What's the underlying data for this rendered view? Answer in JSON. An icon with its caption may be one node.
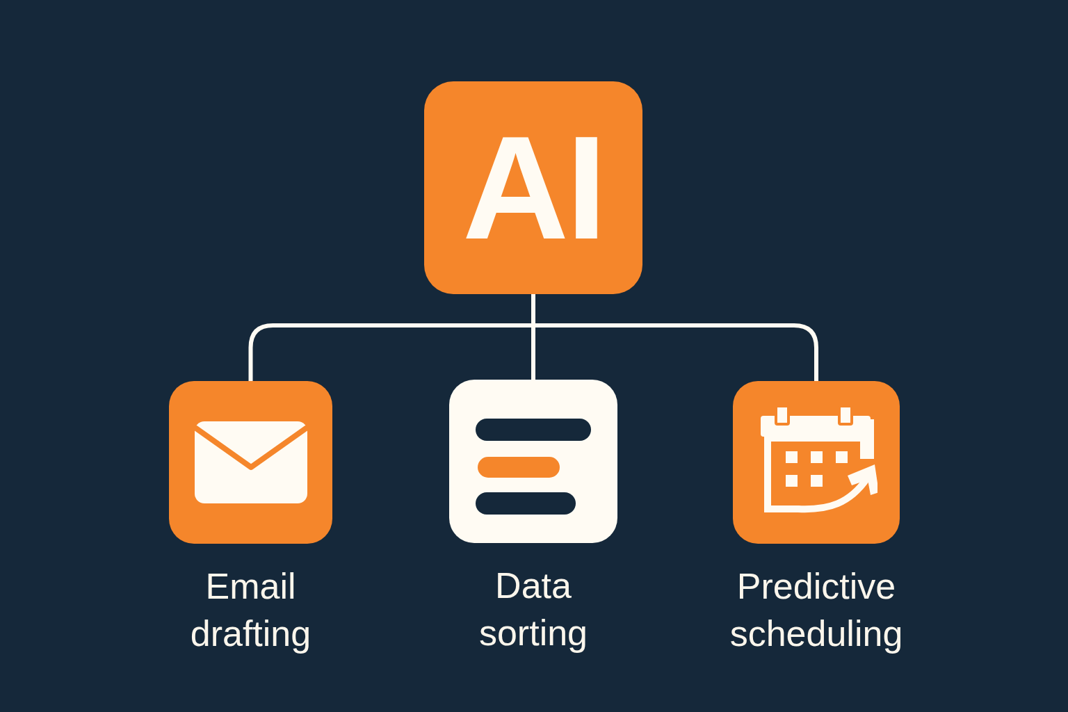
{
  "diagram": {
    "nodes": [
      {
        "text": [
          "AI"
        ]
      },
      {
        "text": [
          "Email drafting"
        ]
      },
      {
        "text": [
          "Data sorting"
        ]
      },
      {
        "text": [
          "Predictive scheduling"
        ]
      }
    ],
    "edges": [
      {
        "from": 0,
        "to": 1,
        "arrow": "none"
      },
      {
        "from": 0,
        "to": 2,
        "arrow": "none"
      },
      {
        "from": 0,
        "to": 3,
        "arrow": "none"
      }
    ]
  }
}
